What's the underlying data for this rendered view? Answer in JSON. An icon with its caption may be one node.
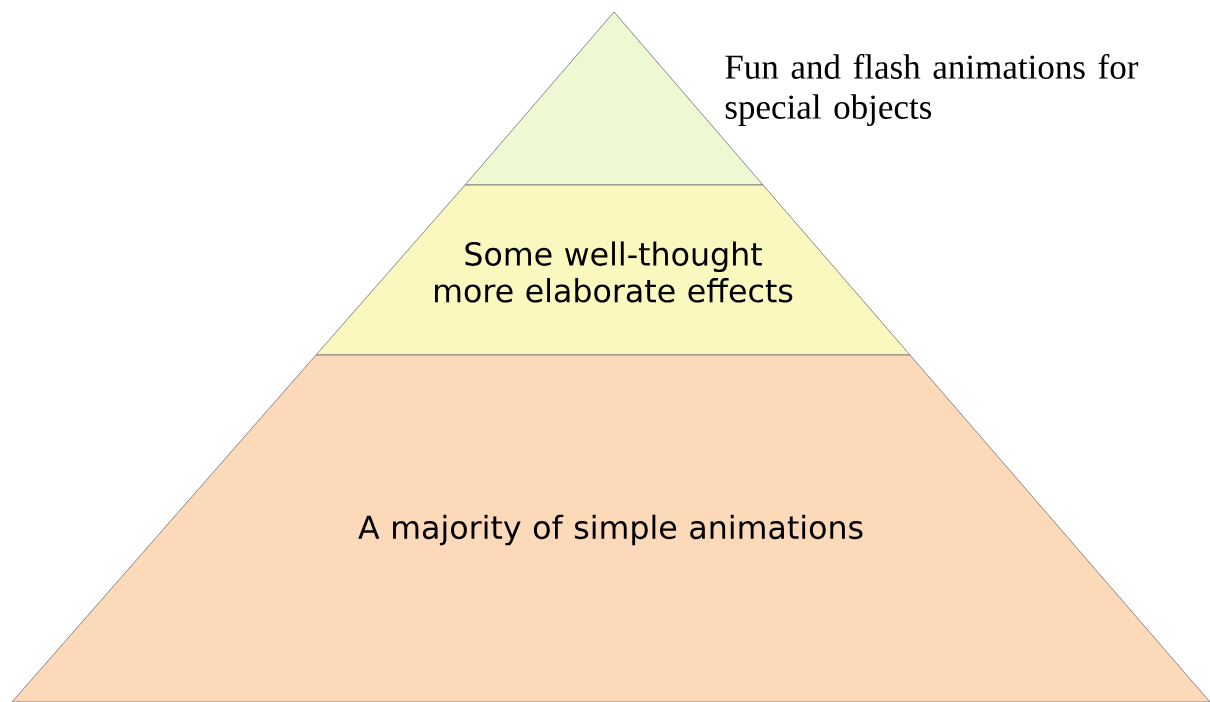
{
  "diagram": {
    "nodes": [
      {
        "text": [
          "Fun and flash animations for special objects"
        ]
      },
      {
        "text": [
          "Some well-thought more elaborate effects"
        ]
      },
      {
        "text": [
          "A majority of simple animations"
        ]
      }
    ]
  }
}
